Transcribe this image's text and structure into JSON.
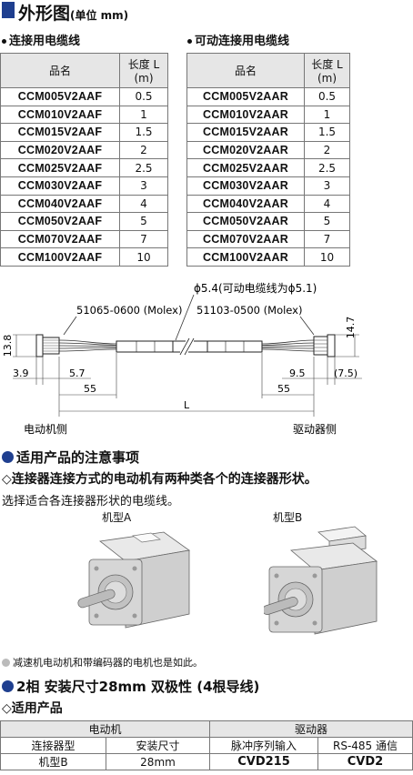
{
  "header": {
    "title": "外形图",
    "unit": "(单位 mm)"
  },
  "left_table": {
    "title": "连接用电缆线",
    "col_name": "品名",
    "col_len_1": "长度 L",
    "col_len_2": "(m)",
    "rows": [
      {
        "code": "CCM005V2AAF",
        "len": "0.5"
      },
      {
        "code": "CCM010V2AAF",
        "len": "1"
      },
      {
        "code": "CCM015V2AAF",
        "len": "1.5"
      },
      {
        "code": "CCM020V2AAF",
        "len": "2"
      },
      {
        "code": "CCM025V2AAF",
        "len": "2.5"
      },
      {
        "code": "CCM030V2AAF",
        "len": "3"
      },
      {
        "code": "CCM040V2AAF",
        "len": "4"
      },
      {
        "code": "CCM050V2AAF",
        "len": "5"
      },
      {
        "code": "CCM070V2AAF",
        "len": "7"
      },
      {
        "code": "CCM100V2AAF",
        "len": "10"
      }
    ]
  },
  "right_table": {
    "title": "可动连接用电缆线",
    "col_name": "品名",
    "col_len_1": "长度 L",
    "col_len_2": "(m)",
    "rows": [
      {
        "code": "CCM005V2AAR",
        "len": "0.5"
      },
      {
        "code": "CCM010V2AAR",
        "len": "1"
      },
      {
        "code": "CCM015V2AAR",
        "len": "1.5"
      },
      {
        "code": "CCM020V2AAR",
        "len": "2"
      },
      {
        "code": "CCM025V2AAR",
        "len": "2.5"
      },
      {
        "code": "CCM030V2AAR",
        "len": "3"
      },
      {
        "code": "CCM040V2AAR",
        "len": "4"
      },
      {
        "code": "CCM050V2AAR",
        "len": "5"
      },
      {
        "code": "CCM070V2AAR",
        "len": "7"
      },
      {
        "code": "CCM100V2AAR",
        "len": "10"
      }
    ]
  },
  "drawing": {
    "diameter": "ϕ5.4(可动电缆线为ϕ5.1)",
    "conn_left": "51065-0600 (Molex)",
    "conn_right": "51103-0500 (Molex)",
    "dim_13_8": "13.8",
    "dim_14_7": "14.7",
    "dim_3_9": "3.9",
    "dim_5_7": "5.7",
    "dim_55_left": "55",
    "dim_9_5": "9.5",
    "dim_7_5": "(7.5)",
    "dim_55_right": "55",
    "dim_L": "L",
    "label_motor_side": "电动机侧",
    "label_driver_side": "驱动器侧"
  },
  "notice": {
    "title": "适用产品的注意事项",
    "subtitle": "◇连接器连接方式的电动机有两种类各个的连接器形状。",
    "text": "选择适合各连接器形状的电缆线。",
    "motor_a": "机型A",
    "motor_b": "机型B",
    "footnote": "减速机电动机和带编码器的电机也是如此。"
  },
  "product": {
    "title": "2相 安装尺寸28mm 双极性 (4根导线)",
    "subtitle": "◇适用产品",
    "head_motor": "电动机",
    "head_driver": "驱动器",
    "col_connector_type": "连接器型",
    "col_mount_size": "安装尺寸",
    "col_pulse_input": "脉冲序列输入",
    "col_rs485": "RS-485 通信",
    "row": {
      "connector_type": "机型B",
      "mount_size": "28mm",
      "pulse_input": "CVD215",
      "rs485": "CVD2"
    }
  }
}
